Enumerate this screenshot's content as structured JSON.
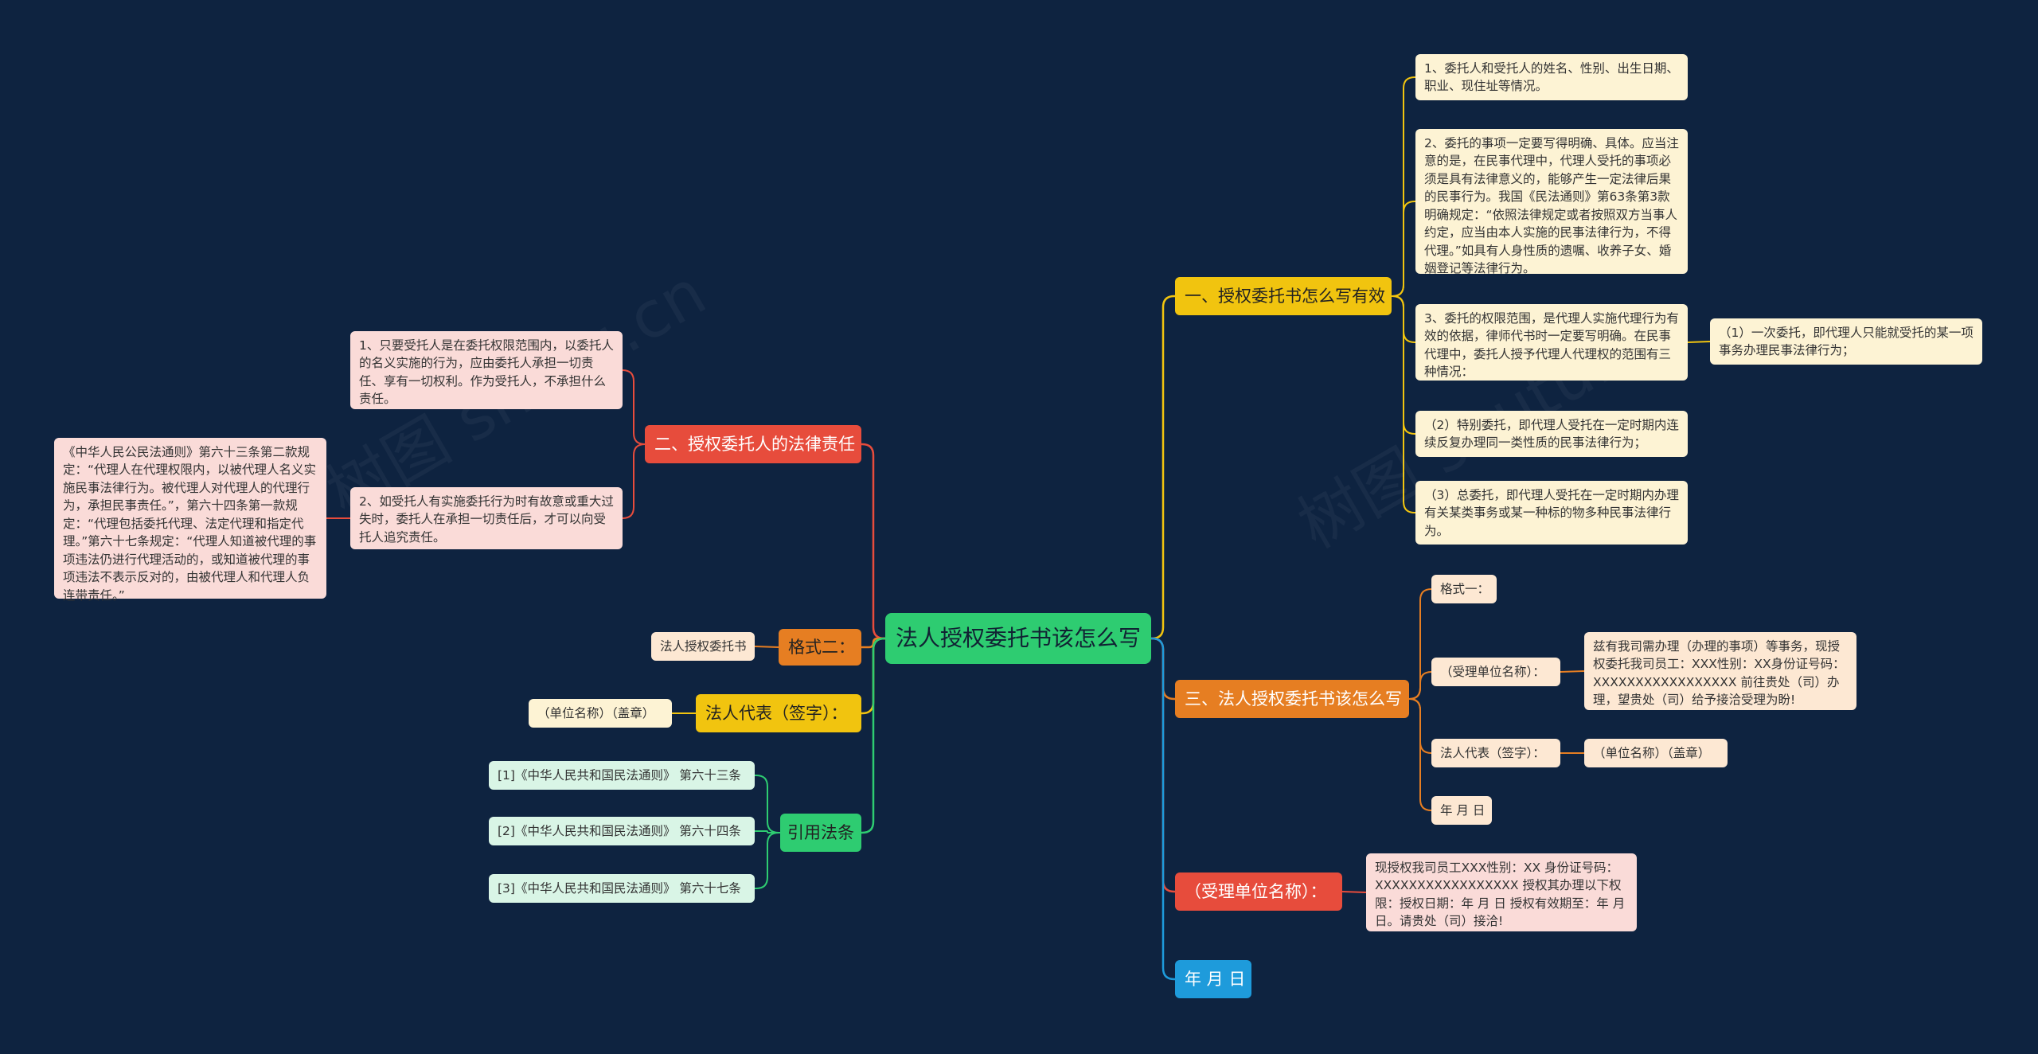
{
  "root": "法人授权委托书该怎么写",
  "watermark": "树图 shutu.cn",
  "right": {
    "b1": "一、授权委托书怎么写有效",
    "b1_items": [
      "1、委托人和受托人的姓名、性别、出生日期、职业、现住址等情况。",
      "2、委托的事项一定要写得明确、具体。应当注意的是，在民事代理中，代理人受托的事项必须是具有法律意义的，能够产生一定法律后果的民事行为。我国《民法通则》第63条第3款明确规定：“依照法律规定或者按照双方当事人约定，应当由本人实施的民事法律行为，不得代理。”如具有人身性质的遗嘱、收养子女、婚姻登记等法律行为。",
      "3、委托的权限范围，是代理人实施代理行为有效的依据，律师代书时一定要写明确。在民事代理中，委托人授予代理人代理权的范围有三种情况：",
      "（2）特别委托，即代理人受托在一定时期内连续反复办理同一类性质的民事法律行为；",
      "（3）总委托，即代理人受托在一定时期内办理有关某类事务或某一种标的物多种民事法律行为。"
    ],
    "b1_item3_child": "（1）一次委托，即代理人只能就受托的某一项事务办理民事法律行为；",
    "b3": "三、法人授权委托书该怎么写",
    "b3_items": {
      "format1": "格式一：",
      "unit": "（受理单位名称）：",
      "unit_detail": "兹有我司需办理（办理的事项）等事务，现授权委托我司员工：XXX性别：XX身份证号码：XXXXXXXXXXXXXXXXX 前往贵处（司）办理，望贵处（司）给予接洽受理为盼!",
      "rep": "法人代表（签字）：",
      "rep_detail": "（单位名称）（盖章）",
      "date": "年 月 日"
    },
    "b4": "（受理单位名称）：",
    "b4_detail": "现授权我司员工XXX性别：XX 身份证号码：XXXXXXXXXXXXXXXXX 授权其办理以下权限：授权日期：年 月 日 授权有效期至：年 月 日。请贵处（司）接洽!",
    "b5": "年 月 日"
  },
  "left": {
    "b2": "二、授权委托人的法律责任",
    "b2_items": [
      "1、只要受托人是在委托权限范围内，以委托人的名义实施的行为，应由委托人承担一切责任、享有一切权利。作为受托人，不承担什么责任。",
      "2、如受托人有实施委托行为时有故意或重大过失时，委托人在承担一切责任后，才可以向受托人追究责任。"
    ],
    "b2_item2_child": "《中华人民公民法通则》第六十三条第二款规定：“代理人在代理权限内，以被代理人名义实施民事法律行为。被代理人对代理人的代理行为，承担民事责任。”，第六十四条第一款规定：“代理包括委托代理、法定代理和指定代理。”第六十七条规定：“代理人知道被代理的事项违法仍进行代理活动的，或知道被代理的事项违法不表示反对的，由被代理人和代理人负连带责任。”",
    "format2": "格式二：",
    "format2_child": "法人授权委托书",
    "rep": "法人代表（签字）：",
    "rep_child": "（单位名称）（盖章）",
    "cite": "引用法条",
    "cite_items": [
      "[1]《中华人民共和国民法通则》 第六十三条",
      "[2]《中华人民共和国民法通则》 第六十四条",
      "[3]《中华人民共和国民法通则》 第六十七条"
    ]
  },
  "colors": {
    "background": "#0e2340",
    "root": "#2ecc71",
    "yellow": "#f1c40f",
    "orange": "#e67e22",
    "red": "#e74c3c",
    "blue": "#1e9bdb",
    "green": "#2ecc71"
  }
}
